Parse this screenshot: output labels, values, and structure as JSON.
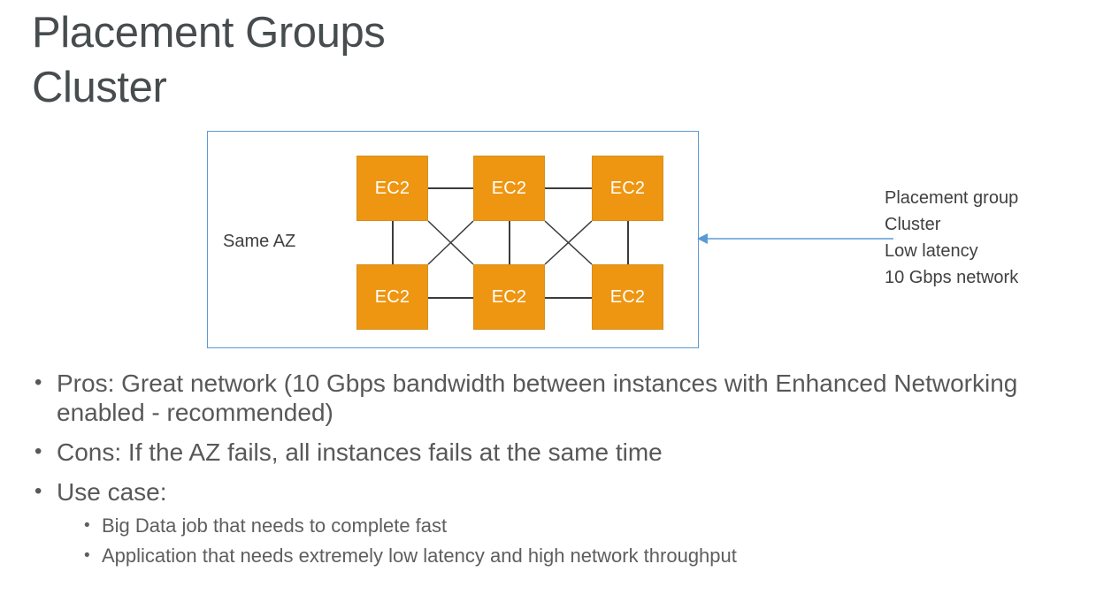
{
  "slide": {
    "title": "Placement Groups\nCluster"
  },
  "diagram": {
    "az_label": "Same AZ",
    "nodes": [
      {
        "id": "node-tl",
        "label": "EC2"
      },
      {
        "id": "node-tm",
        "label": "EC2"
      },
      {
        "id": "node-tr",
        "label": "EC2"
      },
      {
        "id": "node-bl",
        "label": "EC2"
      },
      {
        "id": "node-bm",
        "label": "EC2"
      },
      {
        "id": "node-br",
        "label": "EC2"
      }
    ],
    "colors": {
      "node_fill": "#ee9611",
      "node_border": "#d4901f",
      "node_text": "#ffffff",
      "container_border": "#5b9bd5",
      "link": "#3c3c3c",
      "arrow": "#5b9bd5"
    },
    "callout": "Placement group\nCluster\nLow latency\n10 Gbps network"
  },
  "bullets": {
    "pros": "Pros: Great network (10 Gbps bandwidth between instances with Enhanced Networking enabled - recommended)",
    "cons": "Cons: If the AZ fails, all instances fails at the same time",
    "use_case": "Use case:",
    "use_case_items": [
      "Big Data job that needs to complete fast",
      "Application that needs extremely low latency and high network throughput"
    ]
  }
}
